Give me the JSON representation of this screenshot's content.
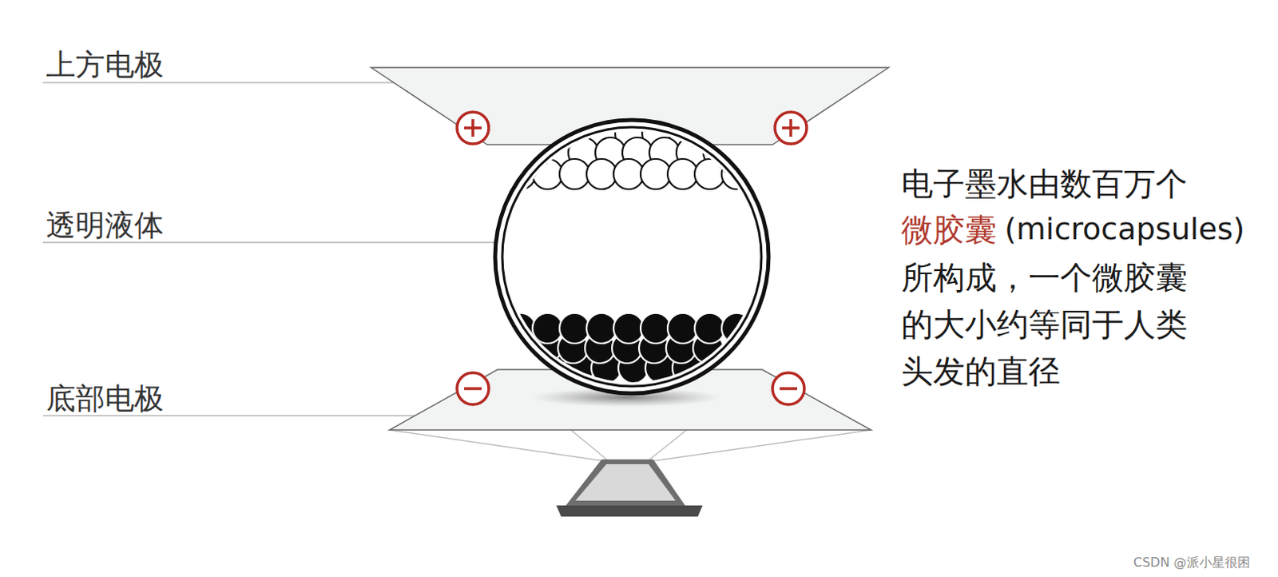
{
  "diagram": {
    "labels": [
      "上方电极",
      "透明液体",
      "底部电极",
      "电子墨水由数百万个",
      "微胶囊",
      "(microcapsules)",
      "所构成，一个微胶囊",
      "的大小约等同于人类",
      "头发的直径",
      "CSDN @派小星很困"
    ]
  }
}
